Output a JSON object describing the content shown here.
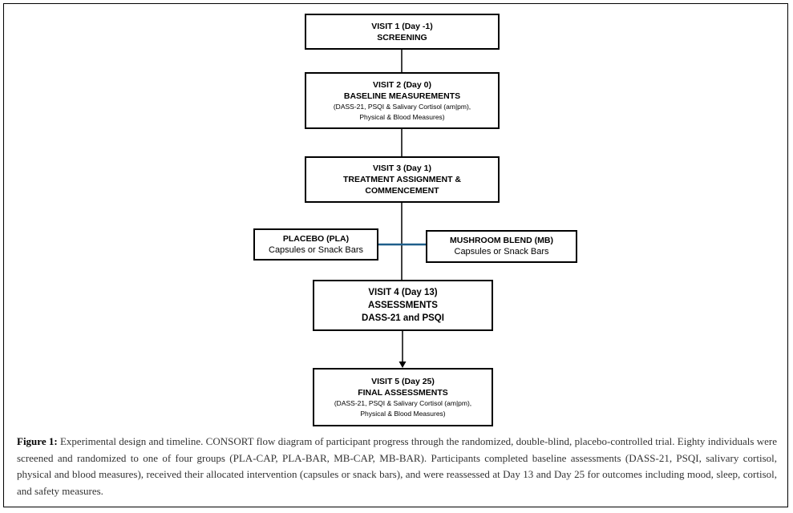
{
  "visits": {
    "v1": {
      "title": "VISIT 1 (Day -1)",
      "line2": "SCREENING"
    },
    "v2": {
      "title": "VISIT 2 (Day 0)",
      "line2": "BASELINE MEASUREMENTS",
      "detail1": "(DASS-21, PSQI & Salivary Cortisol (am|pm),",
      "detail2": "Physical & Blood Measures)"
    },
    "v3": {
      "title": "VISIT 3 (Day 1)",
      "line2": "TREATMENT ASSIGNMENT &",
      "line3": "COMMENCEMENT"
    },
    "v4": {
      "title": "VISIT 4 (Day 13)",
      "line2": "ASSESSMENTS",
      "line3": "DASS-21 and PSQI"
    },
    "v5": {
      "title": "VISIT 5 (Day 25)",
      "line2": "FINAL ASSESSMENTS",
      "detail1": "(DASS-21, PSQI & Salivary Cortisol (am|pm),",
      "detail2": "Physical & Blood Measures)"
    }
  },
  "arms": {
    "placebo": {
      "title": "PLACEBO (PLA)",
      "sub": "Capsules or Snack Bars"
    },
    "mushroom": {
      "title": "MUSHROOM BLEND (MB)",
      "sub": "Capsules or Snack Bars"
    }
  },
  "colors": {
    "arm_connector": "#1f5f8b"
  },
  "caption": {
    "label": "Figure 1:",
    "text": "Experimental design and timeline. CONSORT flow diagram of participant progress through the randomized, double-blind, placebo-controlled trial. Eighty individuals were screened and randomized to one of four groups (PLA-CAP, PLA-BAR, MB-CAP, MB-BAR). Participants completed baseline assessments (DASS-21, PSQI, salivary cortisol, physical and blood measures), received their allocated intervention (capsules or snack bars), and were reassessed at Day 13 and Day 25 for outcomes including mood, sleep, cortisol, and safety measures."
  }
}
